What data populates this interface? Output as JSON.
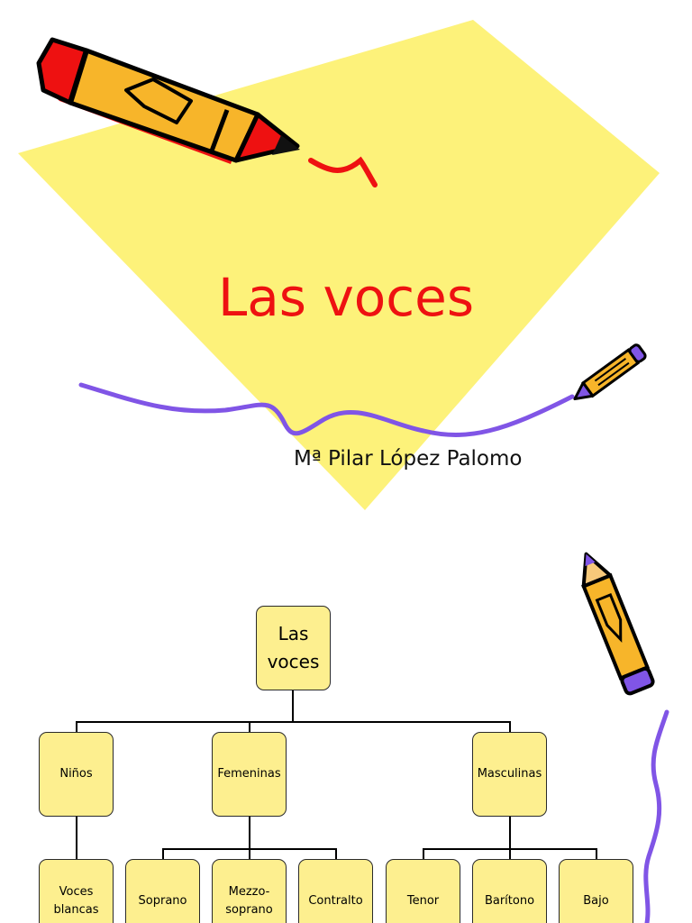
{
  "slide1": {
    "title": "Las voces",
    "author": "Mª Pilar López Palomo",
    "colors": {
      "diamond": "#fdf27a",
      "title": "#ee1111",
      "wave": "#8055e6",
      "pencil": "#f7b52a"
    },
    "icons": [
      "large-pencil-icon",
      "small-pencil-icon"
    ]
  },
  "slide2": {
    "root": "Las\nvoces",
    "groups": [
      {
        "label": "Niños",
        "children": [
          "Voces\nblancas"
        ]
      },
      {
        "label": "Femeninas",
        "children": [
          "Soprano",
          "Mezzo-\nsoprano",
          "Contralto"
        ]
      },
      {
        "label": "Masculinas",
        "children": [
          "Tenor",
          "Barítono",
          "Bajo"
        ]
      }
    ],
    "colors": {
      "node_fill": "#fdef8f",
      "node_border": "#2a2a2a",
      "wave": "#8055e6"
    },
    "icons": [
      "vertical-pencil-icon"
    ]
  }
}
